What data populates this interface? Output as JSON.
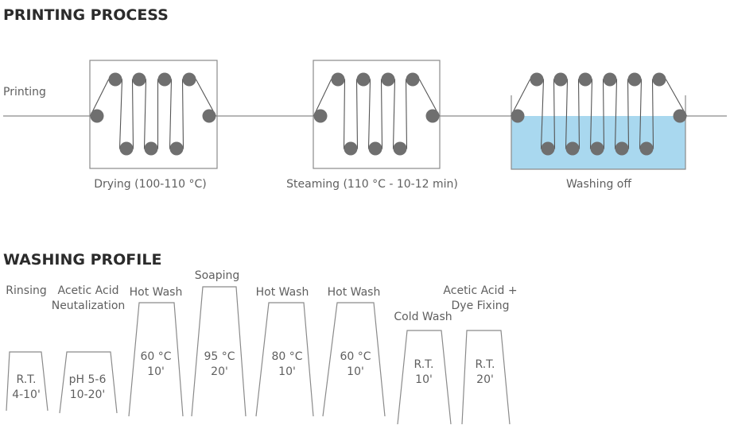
{
  "printing": {
    "title": "PRINTING PROCESS",
    "input_label": "Printing",
    "stages": [
      {
        "label": "Drying (100-110 °C)"
      },
      {
        "label": "Steaming (110 °C - 10-12 min)"
      },
      {
        "label": "Washing off"
      }
    ],
    "colors": {
      "water": "#a9d8ef",
      "roller": "#6f6f6f",
      "line": "#8a8a8a"
    }
  },
  "washing": {
    "title": "WASHING PROFILE",
    "steps": [
      {
        "name_lines": [
          "Rinsing"
        ],
        "cond_lines": [
          "R.T.",
          "4-10'"
        ]
      },
      {
        "name_lines": [
          "Acetic Acid",
          "Neutalization"
        ],
        "cond_lines": [
          "pH 5-6",
          "10-20'"
        ]
      },
      {
        "name_lines": [
          "Hot Wash"
        ],
        "cond_lines": [
          "60 °C",
          "10'"
        ]
      },
      {
        "name_lines": [
          "Soaping"
        ],
        "cond_lines": [
          "95 °C",
          "20'"
        ]
      },
      {
        "name_lines": [
          "Hot Wash"
        ],
        "cond_lines": [
          "80 °C",
          "10'"
        ]
      },
      {
        "name_lines": [
          "Hot Wash"
        ],
        "cond_lines": [
          "60 °C",
          "10'"
        ]
      },
      {
        "name_lines": [
          "Cold Wash"
        ],
        "cond_lines": [
          "R.T.",
          "10'"
        ]
      },
      {
        "name_lines": [
          "Acetic Acid +",
          "Dye Fixing"
        ],
        "cond_lines": [
          "R.T.",
          "20'"
        ]
      }
    ]
  }
}
